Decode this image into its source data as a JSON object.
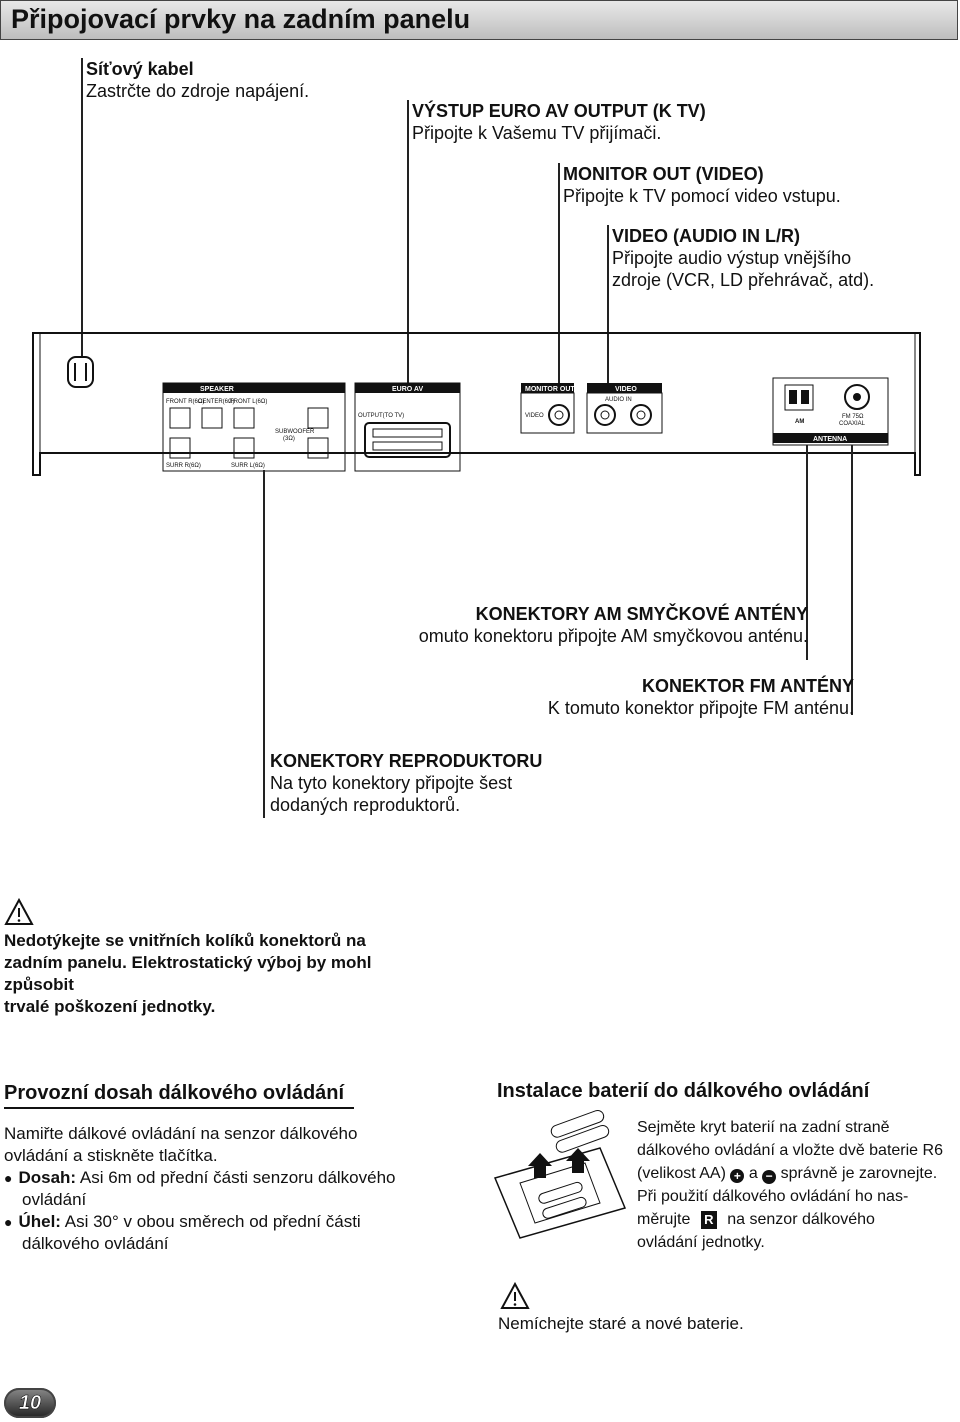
{
  "header": {
    "title": "Připojovací prvky na zadním panelu"
  },
  "callouts": {
    "power": {
      "title": "Síťový kabel",
      "text": "Zastrčte do zdroje napájení."
    },
    "euro": {
      "title": "VÝSTUP EURO AV OUTPUT (K TV)",
      "text": "Připojte k Vašemu TV přijímači."
    },
    "monitor": {
      "title": "MONITOR OUT (VIDEO)",
      "text": "Připojte k TV pomocí video vstupu."
    },
    "video": {
      "title": "VIDEO (AUDIO IN L/R)",
      "text1": "Připojte audio výstup vnějšího",
      "text2": "zdroje (VCR, LD přehrávač, atd)."
    },
    "am": {
      "title": "KONEKTORY AM SMYČKOVÉ ANTÉNY",
      "text": "omuto konektoru připojte AM smyčkovou anténu."
    },
    "fm": {
      "title": "KONEKTOR FM ANTÉNY",
      "text": "K tomuto konektor připojte FM anténu."
    },
    "speakers": {
      "title": "KONEKTORY REPRODUKTORU",
      "text1": "Na tyto konektory připojte šest",
      "text2": "dodaných reproduktorů."
    }
  },
  "panel": {
    "speaker": "SPEAKER",
    "front_r": "FRONT R(6Ω)",
    "center": "CENTER(6Ω)",
    "front_l": "FRONT L(6Ω)",
    "subwoofer1": "SUBWOOFER",
    "subwoofer2": "(3Ω)",
    "surr_r": "SURR R(6Ω)",
    "surr_l": "SURR L(6Ω)",
    "euro_av": "EURO AV",
    "output": "OUTPUT(TO TV)",
    "monitor_out": "MONITOR OUT",
    "video": "VIDEO",
    "video_in": "VIDEO",
    "audio_in": "AUDIO IN",
    "am": "AM",
    "fm": "FM 75Ω",
    "coaxial": "COAXIAL",
    "antenna": "ANTENNA"
  },
  "warning": {
    "line1": "Nedotýkejte se vnitřních kolíků konektorů na",
    "line2": "zadním panelu. Elektrostatický výboj by mohl",
    "line3": "způsobit",
    "line4": "trvalé poškození jednotky."
  },
  "remote_range": {
    "title": "Provozní dosah dálkového ovládání",
    "line1": "Namiřte dálkové ovládání na senzor dálkového",
    "line2": "ovládání a stiskněte tlačítka.",
    "dosah_label": "Dosah:",
    "dosah_text": " Asi 6m od přední části senzoru dálkového",
    "dosah_text2": "ovládání",
    "uhel_label": "Úhel:",
    "uhel_text": " Asi 30° v obou směrech od přední části",
    "uhel_text2": "dálkového ovládání"
  },
  "battery": {
    "title": "Instalace baterií do dálkového ovládání",
    "line1": "Sejměte kryt baterií na zadní straně",
    "line2": "dálkového ovládání a vložte dvě baterie R6",
    "line3a": "(velikost AA)",
    "line3b": "a",
    "line3c": "správně je zarovnejte.",
    "line4": "Při použití dálkového ovládání ho nas-",
    "line5a": "měrujte",
    "line5b": "na senzor dálkového",
    "line6": "ovládání jednotky.",
    "sensor_glyph": "R",
    "warning": "Nemíchejte staré a nové baterie."
  },
  "page_number": "10"
}
